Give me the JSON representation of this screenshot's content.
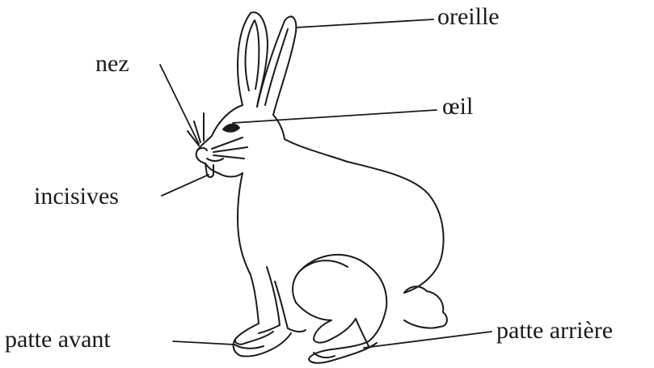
{
  "labels": {
    "oreille": "oreille",
    "nez": "nez",
    "oeil": "œil",
    "incisives": "incisives",
    "patte_avant": "patte avant",
    "patte_arriere": "patte arrière"
  },
  "colors": {
    "line": "#1a1a1a",
    "background": "#ffffff"
  }
}
